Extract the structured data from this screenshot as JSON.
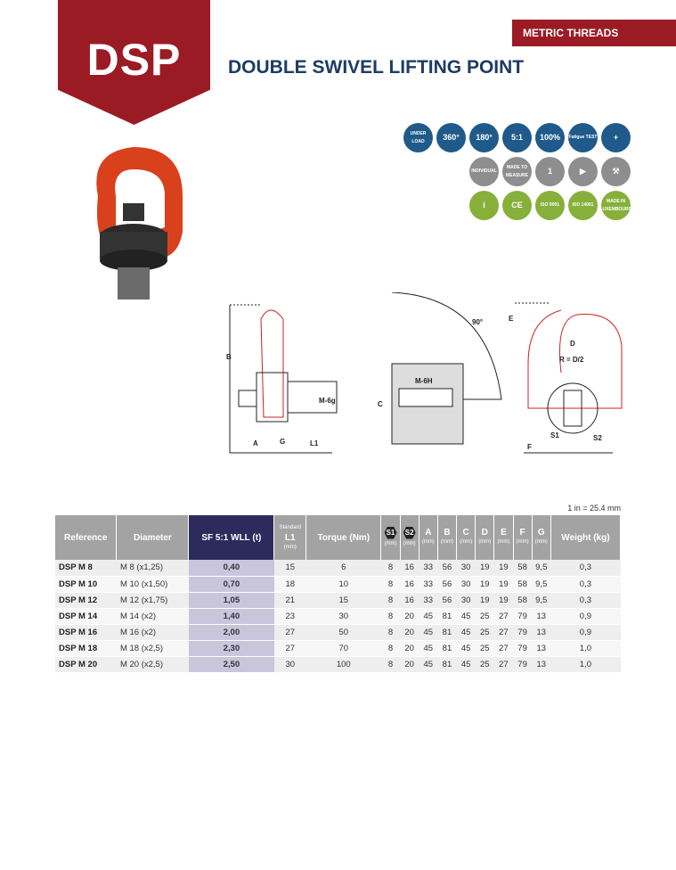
{
  "header": {
    "code": "DSP",
    "badge": "METRIC THREADS",
    "title": "DOUBLE SWIVEL LIFTING POINT"
  },
  "icons": {
    "row1": [
      {
        "name": "under-load",
        "label": "UNDER LOAD"
      },
      {
        "name": "rotation-360",
        "label": "360°"
      },
      {
        "name": "pivot-180",
        "label": "180°"
      },
      {
        "name": "safety-factor",
        "label": "5:1"
      },
      {
        "name": "anti-crack",
        "label": "100%"
      },
      {
        "name": "fatigue-test",
        "label": "Fatigue TEST"
      },
      {
        "name": "tool",
        "label": "+"
      }
    ],
    "row2": [
      {
        "name": "individual",
        "label": "INDIVIDUAL"
      },
      {
        "name": "made-to-measure",
        "label": "MADE TO MEASURE"
      },
      {
        "name": "unit-production",
        "label": "1"
      },
      {
        "name": "delivery",
        "label": "▶"
      },
      {
        "name": "service",
        "label": "⚒"
      }
    ],
    "row3": [
      {
        "name": "manual",
        "label": "i"
      },
      {
        "name": "ce",
        "label": "CE"
      },
      {
        "name": "iso-9001",
        "label": "ISO 9001"
      },
      {
        "name": "iso-14001",
        "label": "ISO 14001"
      },
      {
        "name": "made-in-luxembourg",
        "label": "MADE IN LUXEMBOURG"
      }
    ]
  },
  "drawing": {
    "labels": {
      "a": "A",
      "b": "B",
      "c": "C",
      "d": "D",
      "e": "E",
      "f": "F",
      "g": "G",
      "l1": "L1",
      "s1": "S1",
      "s2": "S2",
      "thread_bolt": "M-6g",
      "thread_hole": "M-6H",
      "angle": "90°",
      "radius": "R = D/2"
    }
  },
  "table": {
    "conversion": "1 in = 25.4 mm",
    "headers": [
      {
        "label": "Reference"
      },
      {
        "label": "Diameter"
      },
      {
        "label": "SF 5:1 WLL (t)"
      },
      {
        "top": "Standard",
        "label": "L1",
        "unit": "(mm)"
      },
      {
        "label": "Torque (Nm)"
      },
      {
        "label": "S1",
        "unit": "(mm)"
      },
      {
        "label": "S2",
        "unit": "(mm)"
      },
      {
        "label": "A",
        "unit": "(mm)"
      },
      {
        "label": "B",
        "unit": "(mm)"
      },
      {
        "label": "C",
        "unit": "(mm)"
      },
      {
        "label": "D",
        "unit": "(mm)"
      },
      {
        "label": "E",
        "unit": "(mm)"
      },
      {
        "label": "F",
        "unit": "(mm)"
      },
      {
        "label": "G",
        "unit": "(mm)"
      },
      {
        "label": "Weight (kg)"
      }
    ],
    "rows": [
      [
        "DSP M 8",
        "M 8 (x1,25)",
        "0,40",
        "15",
        "6",
        "8",
        "16",
        "33",
        "56",
        "30",
        "19",
        "19",
        "58",
        "9,5",
        "0,3"
      ],
      [
        "DSP M 10",
        "M 10 (x1,50)",
        "0,70",
        "18",
        "10",
        "8",
        "16",
        "33",
        "56",
        "30",
        "19",
        "19",
        "58",
        "9,5",
        "0,3"
      ],
      [
        "DSP M 12",
        "M 12 (x1,75)",
        "1,05",
        "21",
        "15",
        "8",
        "16",
        "33",
        "56",
        "30",
        "19",
        "19",
        "58",
        "9,5",
        "0,3"
      ],
      [
        "DSP M 14",
        "M 14 (x2)",
        "1,40",
        "23",
        "30",
        "8",
        "20",
        "45",
        "81",
        "45",
        "25",
        "27",
        "79",
        "13",
        "0,9"
      ],
      [
        "DSP M 16",
        "M 16 (x2)",
        "2,00",
        "27",
        "50",
        "8",
        "20",
        "45",
        "81",
        "45",
        "25",
        "27",
        "79",
        "13",
        "0,9"
      ],
      [
        "DSP M 18",
        "M 18 (x2,5)",
        "2,30",
        "27",
        "70",
        "8",
        "20",
        "45",
        "81",
        "45",
        "25",
        "27",
        "79",
        "13",
        "1,0"
      ],
      [
        "DSP M 20",
        "M 20 (x2,5)",
        "2,50",
        "30",
        "100",
        "8",
        "20",
        "45",
        "81",
        "45",
        "25",
        "27",
        "79",
        "13",
        "1,0"
      ]
    ]
  }
}
